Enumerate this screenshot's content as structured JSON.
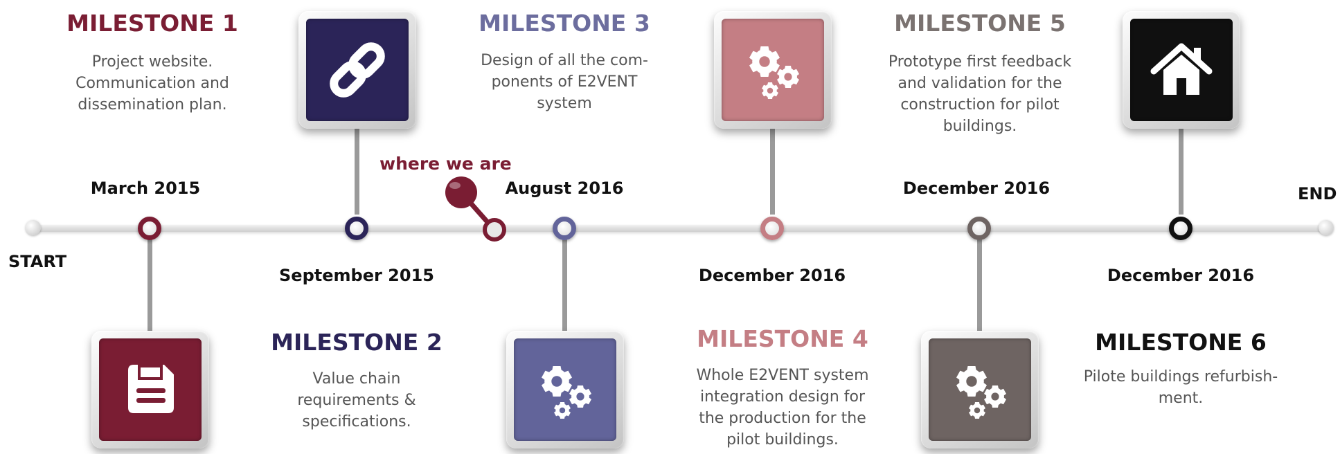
{
  "edges": {
    "start": "START",
    "end": "END"
  },
  "where_we_are": "where we are",
  "colors": {
    "m1": "#7a1d33",
    "m2": "#2b2458",
    "m3": "#62649a",
    "m4": "#c47e84",
    "m5": "#6e6462",
    "m6": "#101010",
    "m3_title": "#6c6d9e",
    "m4_title": "#c47e84",
    "m5_title": "#7a7270"
  },
  "milestones": [
    {
      "title": "MILESTONE 1",
      "date": "March 2015",
      "icon": "floppy-disk-icon",
      "desc": [
        "Project website.",
        "Communication and",
        "dissemination plan."
      ]
    },
    {
      "title": "MILESTONE 2",
      "date": "September 2015",
      "icon": "chain-link-icon",
      "desc": [
        "Value chain",
        "requirements &",
        "specifications."
      ]
    },
    {
      "title": "MILESTONE 3",
      "date": "August 2016",
      "icon": "gears-icon",
      "desc": [
        "Design of all the com-",
        "ponents of E2VENT",
        "system"
      ]
    },
    {
      "title": "MILESTONE 4",
      "date": "December 2016",
      "icon": "gears-icon",
      "desc": [
        "Whole E2VENT system",
        "integration design for",
        "the production for the",
        "pilot buildings."
      ]
    },
    {
      "title": "MILESTONE 5",
      "date": "December 2016",
      "icon": "gears-icon",
      "desc": [
        "Prototype first feedback",
        "and validation for the",
        "construction for pilot",
        "buildings."
      ]
    },
    {
      "title": "MILESTONE 6",
      "date": "December 2016",
      "icon": "house-icon",
      "desc": [
        "Pilote buildings refurbish-",
        "ment."
      ]
    }
  ]
}
